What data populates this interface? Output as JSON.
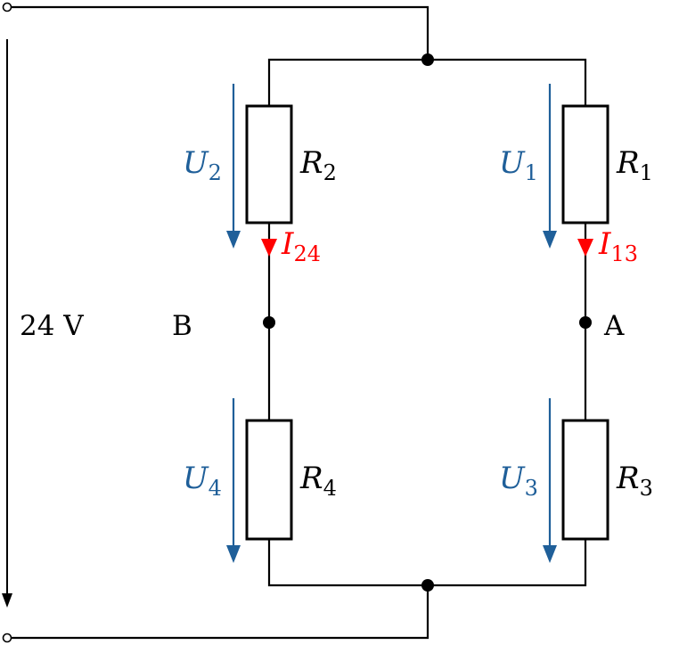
{
  "supply": {
    "label": "24 V"
  },
  "nodes": {
    "a": "A",
    "b": "B"
  },
  "colors": {
    "voltage": "#1f5f99",
    "current": "#ff0000",
    "wire": "#000000"
  },
  "resistors": [
    {
      "name": "R",
      "sub": "1",
      "voltage_name": "U",
      "voltage_sub": "1"
    },
    {
      "name": "R",
      "sub": "2",
      "voltage_name": "U",
      "voltage_sub": "2"
    },
    {
      "name": "R",
      "sub": "3",
      "voltage_name": "U",
      "voltage_sub": "3"
    },
    {
      "name": "R",
      "sub": "4",
      "voltage_name": "U",
      "voltage_sub": "4"
    }
  ],
  "currents": [
    {
      "name": "I",
      "sub": "13"
    },
    {
      "name": "I",
      "sub": "24"
    }
  ]
}
